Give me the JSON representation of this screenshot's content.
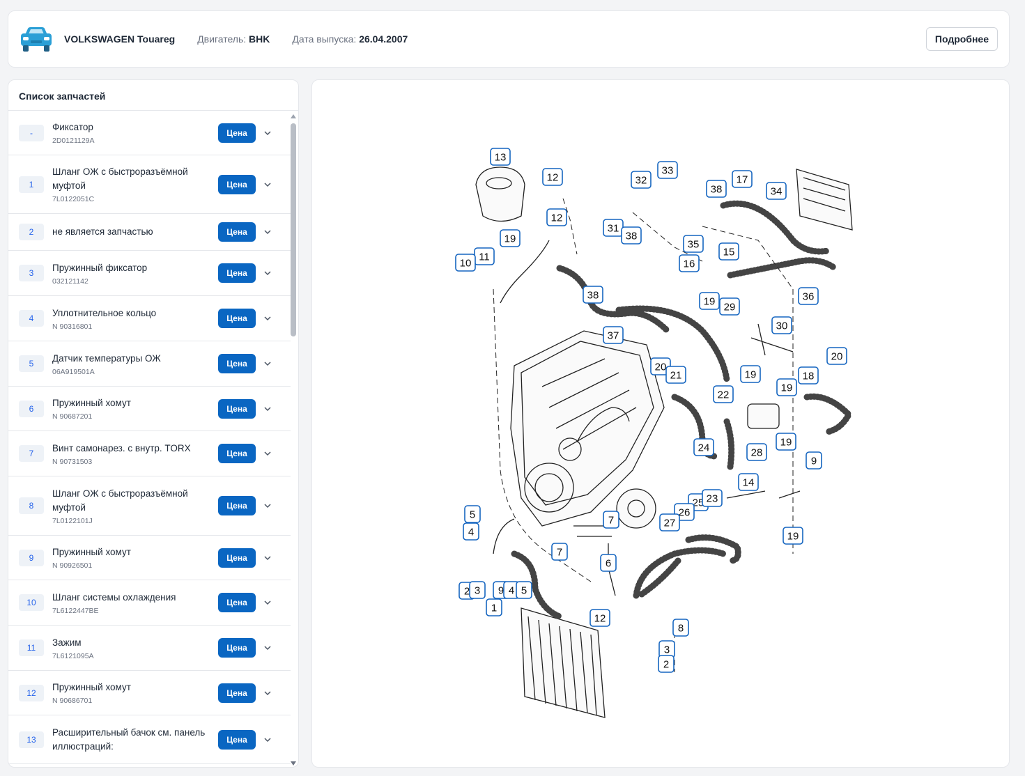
{
  "header": {
    "car_model": "VOLKSWAGEN Touareg",
    "engine_label": "Двигатель:",
    "engine_value": "BHK",
    "date_label": "Дата выпуска:",
    "date_value": "26.04.2007",
    "details_button": "Подробнее",
    "car_icon": "car-icon",
    "accent_color": "#0a66c2"
  },
  "parts": {
    "title": "Список запчастей",
    "price_label": "Цена",
    "items": [
      {
        "num": "-",
        "name": "Фиксатор",
        "code": "2D0121129A"
      },
      {
        "num": "1",
        "name": "Шланг ОЖ с быстроразъёмной муфтой",
        "code": "7L0122051C"
      },
      {
        "num": "2",
        "name": "не является запчастью",
        "code": ""
      },
      {
        "num": "3",
        "name": "Пружинный фиксатор",
        "code": "032121142"
      },
      {
        "num": "4",
        "name": "Уплотнительное кольцо",
        "code": "N 90316801"
      },
      {
        "num": "5",
        "name": "Датчик температуры ОЖ",
        "code": "06A919501A"
      },
      {
        "num": "6",
        "name": "Пружинный хомут",
        "code": "N 90687201"
      },
      {
        "num": "7",
        "name": "Винт самонарез. с внутр. TORX",
        "code": "N 90731503"
      },
      {
        "num": "8",
        "name": "Шланг ОЖ с быстроразъёмной муфтой",
        "code": "7L0122101J"
      },
      {
        "num": "9",
        "name": "Пружинный хомут",
        "code": "N 90926501"
      },
      {
        "num": "10",
        "name": "Шланг системы охлаждения",
        "code": "7L6122447BE"
      },
      {
        "num": "11",
        "name": "Зажим",
        "code": "7L6121095A"
      },
      {
        "num": "12",
        "name": "Пружинный хомут",
        "code": "N 90686701"
      },
      {
        "num": "13",
        "name": "Расширительный бачок см. панель иллюстраций:",
        "code": ""
      }
    ]
  },
  "diagram": {
    "callouts": [
      "13",
      "12",
      "12",
      "19",
      "11",
      "10",
      "32",
      "33",
      "38",
      "31",
      "38",
      "37",
      "17",
      "34",
      "35",
      "16",
      "15",
      "36",
      "38",
      "19",
      "29",
      "30",
      "20",
      "21",
      "19",
      "18",
      "20",
      "19",
      "22",
      "19",
      "24",
      "28",
      "9",
      "14",
      "25",
      "23",
      "26",
      "27",
      "19",
      "5",
      "4",
      "7",
      "7",
      "6",
      "2",
      "3",
      "9",
      "4",
      "5",
      "1",
      "12",
      "8",
      "3",
      "2"
    ]
  }
}
